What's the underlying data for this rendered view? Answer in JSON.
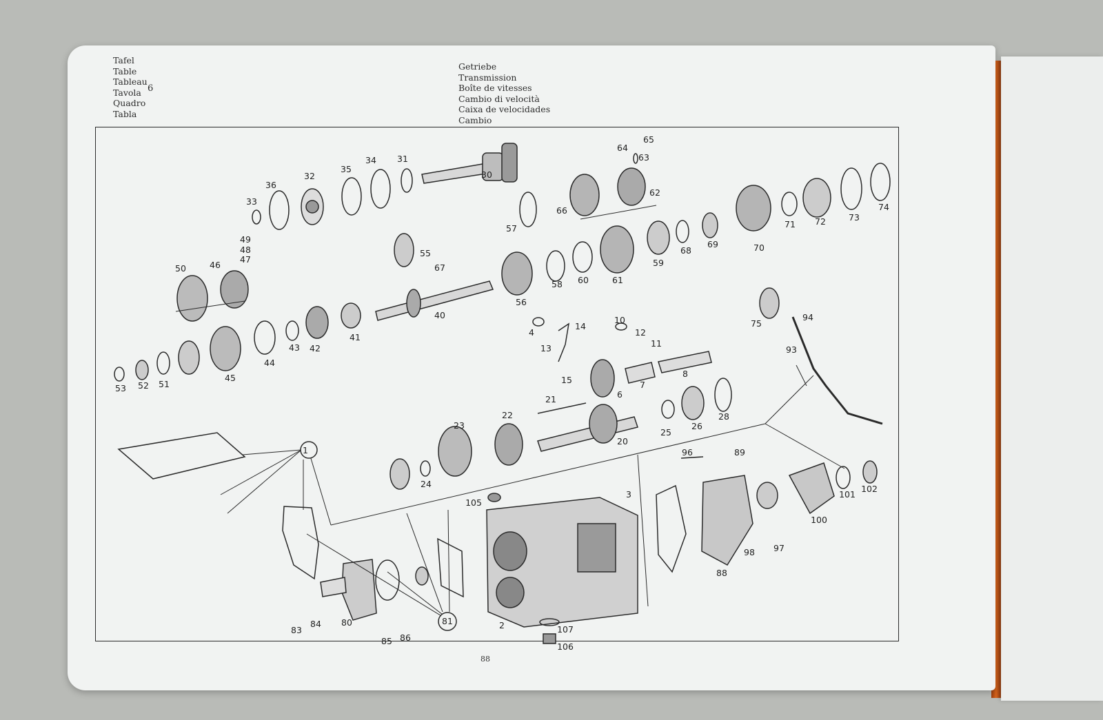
{
  "plate": {
    "labels": [
      "Tafel",
      "Table",
      "Tableau",
      "Tavola",
      "Quadro",
      "Tabla"
    ],
    "number": "6"
  },
  "heading": {
    "lines": [
      "Getriebe",
      "Transmission",
      "Boîte de vitesses",
      "Cambio di velocità",
      "Caixa de velocidades",
      "Cambio"
    ]
  },
  "page_number": "88",
  "diagram": {
    "part_numbers": [
      "1",
      "2",
      "3",
      "4",
      "6",
      "7",
      "8",
      "10",
      "11",
      "12",
      "13",
      "14",
      "15",
      "20",
      "21",
      "22",
      "23",
      "24",
      "25",
      "26",
      "28",
      "30",
      "31",
      "32",
      "33",
      "34",
      "35",
      "36",
      "40",
      "41",
      "42",
      "43",
      "44",
      "45",
      "46",
      "47",
      "48",
      "49",
      "50",
      "51",
      "52",
      "53",
      "55",
      "56",
      "57",
      "58",
      "59",
      "60",
      "61",
      "62",
      "63",
      "64",
      "65",
      "66",
      "67",
      "68",
      "69",
      "70",
      "71",
      "72",
      "73",
      "74",
      "75",
      "80",
      "81",
      "83",
      "84",
      "85",
      "86",
      "88",
      "89",
      "93",
      "94",
      "96",
      "97",
      "98",
      "100",
      "101",
      "102",
      "105",
      "106",
      "107"
    ]
  }
}
